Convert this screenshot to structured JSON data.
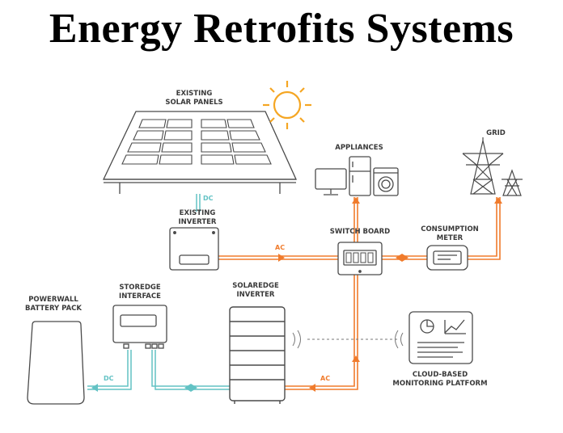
{
  "title": "Energy Retrofits Systems",
  "labels": {
    "existing_solar_panels": [
      "EXISTING",
      "SOLAR PANELS"
    ],
    "existing_inverter": [
      "EXISTING",
      "INVERTER"
    ],
    "appliances": [
      "APPLIANCES"
    ],
    "grid": [
      "GRID"
    ],
    "switch_board": [
      "SWITCH BOARD"
    ],
    "consumption_meter": [
      "CONSUMPTION",
      "METER"
    ],
    "powerwall": [
      "POWERWALL",
      "BATTERY PACK"
    ],
    "storedge_interface": [
      "STOREDGE",
      "INTERFACE"
    ],
    "solaredge_inverter": [
      "SOLAREDGE",
      "INVERTER"
    ],
    "cloud_platform": [
      "CLOUD-BASED",
      "MONITORING PLATFORM"
    ]
  },
  "flow_labels": {
    "dc_panels": "DC",
    "ac_top": "AC",
    "ac_bottom": "AC",
    "dc_battery": "DC"
  },
  "colors": {
    "ac_line": "#f07b2c",
    "dc_line": "#62c2c4",
    "outline": "#4a4a4a",
    "sun": "#f5a623"
  }
}
